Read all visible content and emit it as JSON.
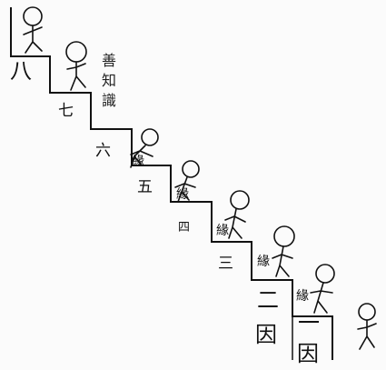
{
  "diagram": {
    "steps": [
      {
        "label": "八"
      },
      {
        "label": "七"
      },
      {
        "label": "六"
      },
      {
        "label": "五"
      },
      {
        "label": "四"
      },
      {
        "label": "三"
      },
      {
        "label": "二"
      },
      {
        "label": "一"
      }
    ],
    "bottom_labels": [
      "因",
      "因"
    ],
    "side_text": "善知識",
    "figure_label": "緣",
    "colors": {
      "ink": "#111111",
      "paper": "#fbfbfb"
    }
  }
}
